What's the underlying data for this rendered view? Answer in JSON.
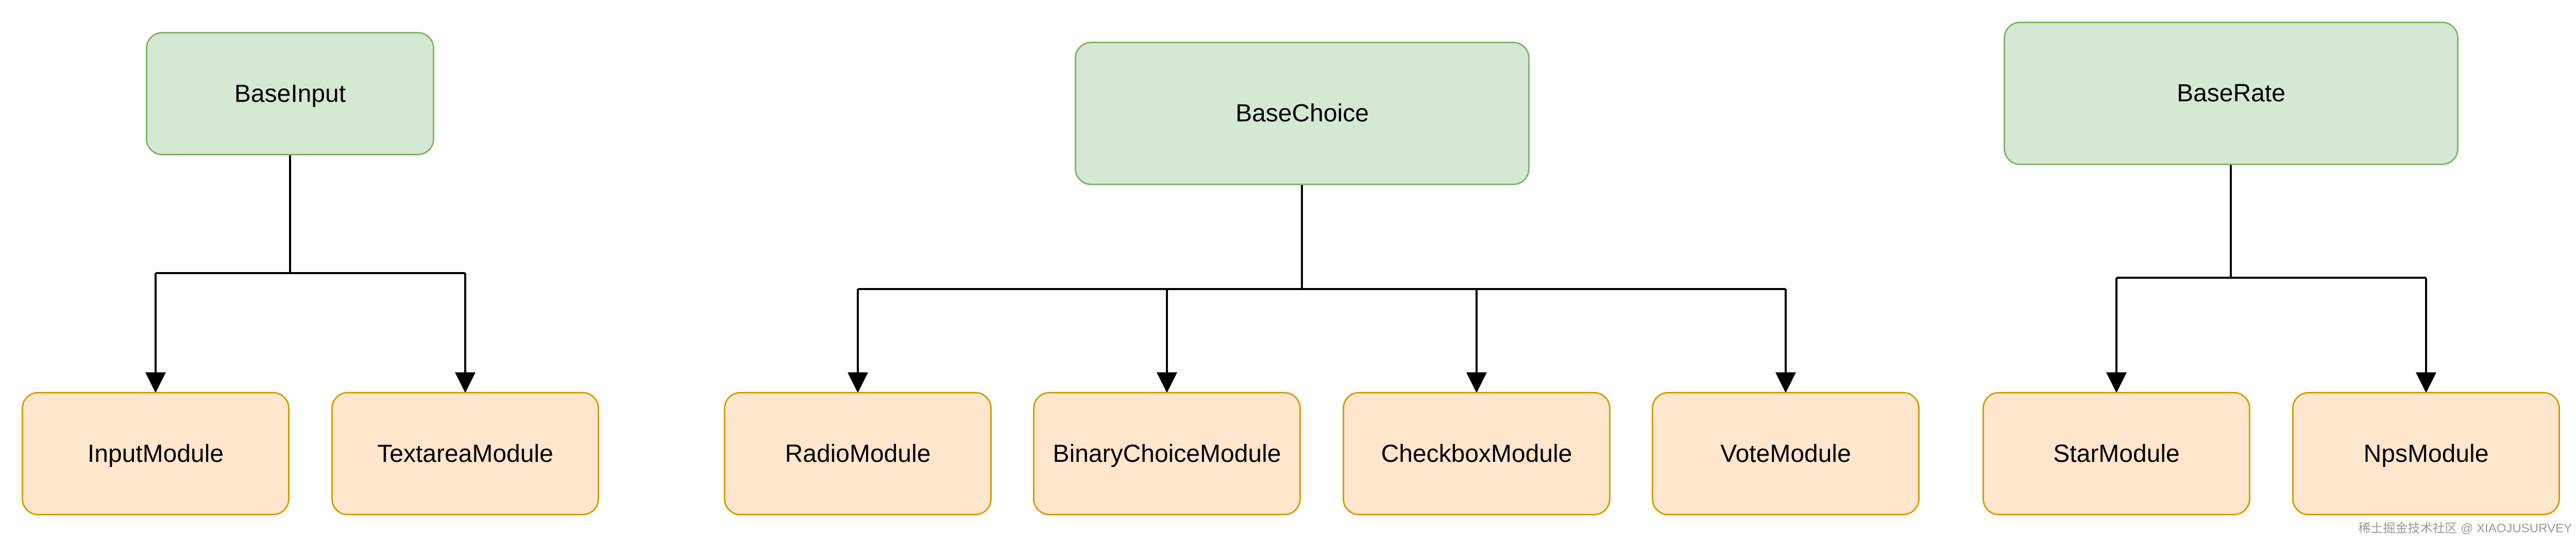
{
  "colors": {
    "base_fill": "#d5e8d4",
    "base_stroke": "#82b366",
    "module_fill": "#ffe6cc",
    "module_stroke": "#d79b00",
    "edge": "#000000"
  },
  "groups": [
    {
      "base": "BaseInput",
      "modules": [
        "InputModule",
        "TextareaModule"
      ]
    },
    {
      "base": "BaseChoice",
      "modules": [
        "RadioModule",
        "BinaryChoiceModule",
        "CheckboxModule",
        "VoteModule"
      ]
    },
    {
      "base": "BaseRate",
      "modules": [
        "StarModule",
        "NpsModule"
      ]
    }
  ],
  "watermark": "稀土掘金技术社区 @ XIAOJUSURVEY"
}
